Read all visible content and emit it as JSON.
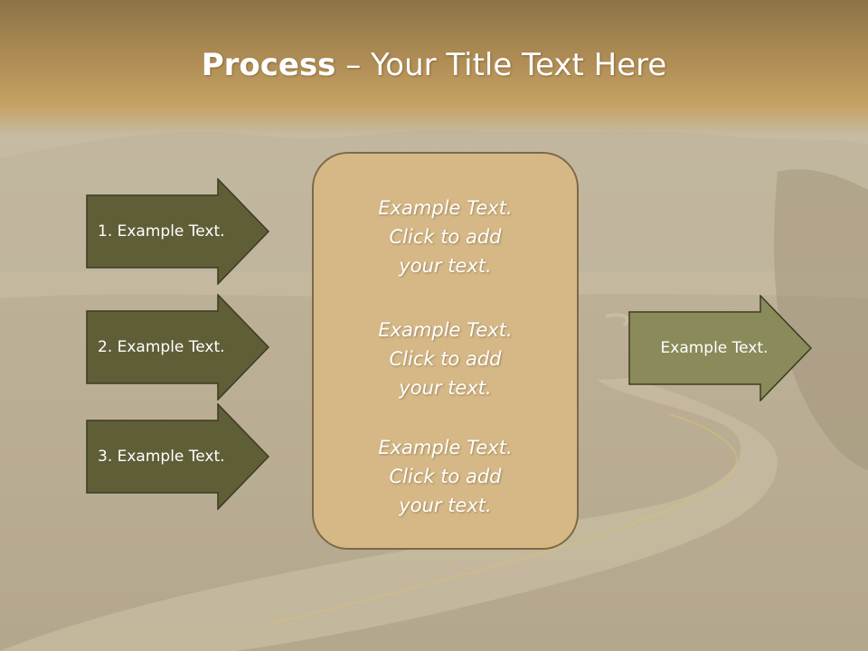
{
  "slide": {
    "title": {
      "bold": "Process",
      "rest": " – Your Title Text Here"
    },
    "left_arrows": [
      {
        "label": "1. Example Text."
      },
      {
        "label": "2. Example Text."
      },
      {
        "label": "3. Example Text."
      }
    ],
    "center_box": {
      "items": [
        {
          "line1": "Example Text.",
          "line2": "Click  to add",
          "line3": "your text."
        },
        {
          "line1": "Example Text.",
          "line2": "Click  to add",
          "line3": "your text."
        },
        {
          "line1": "Example Text.",
          "line2": "Click  to add",
          "line3": "your text."
        }
      ]
    },
    "right_arrow": {
      "label": "Example Text."
    }
  },
  "colors": {
    "title_band": "#b08d55",
    "left_arrow_fill": "#5f5e37",
    "right_arrow_fill": "#8a8a5a",
    "arrow_stroke": "#3c3c22",
    "center_box_fill": "#d6b887",
    "center_box_border": "#7d6a44",
    "text": "#ffffff"
  }
}
